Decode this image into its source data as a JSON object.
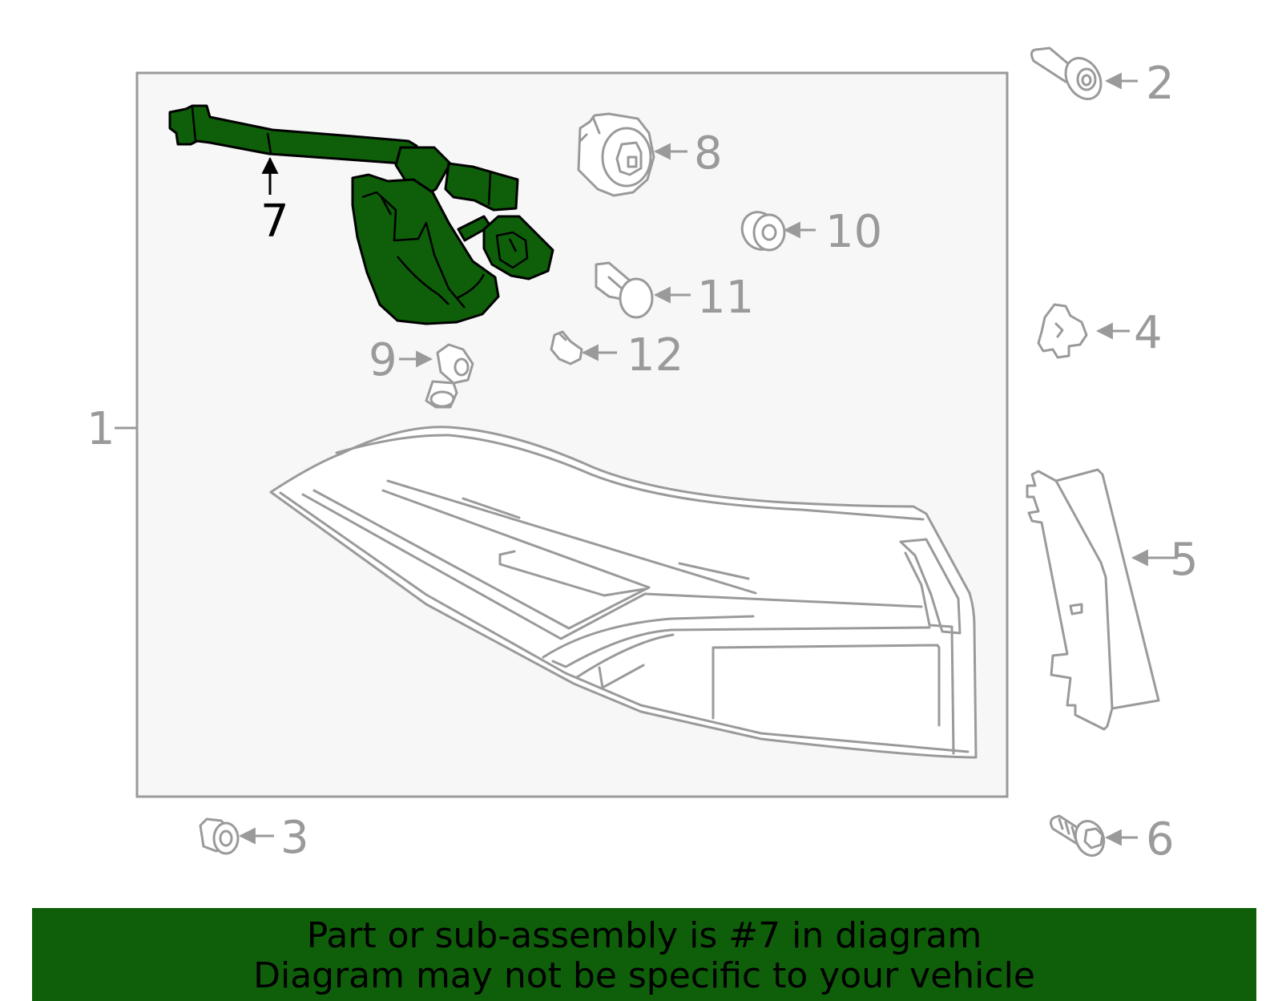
{
  "diagram": {
    "callouts": {
      "c1": "1",
      "c2": "2",
      "c3": "3",
      "c4": "4",
      "c5": "5",
      "c6": "6",
      "c7": "7",
      "c8": "8",
      "c9": "9",
      "c10": "10",
      "c11": "11",
      "c12": "12"
    },
    "highlight_color": "#0f5e0a",
    "highlighted_part": "7"
  },
  "banner": {
    "line1": "Part or sub-assembly is #7 in diagram",
    "line2": "Diagram may not be specific to your vehicle",
    "background": "#0f5e0a"
  }
}
